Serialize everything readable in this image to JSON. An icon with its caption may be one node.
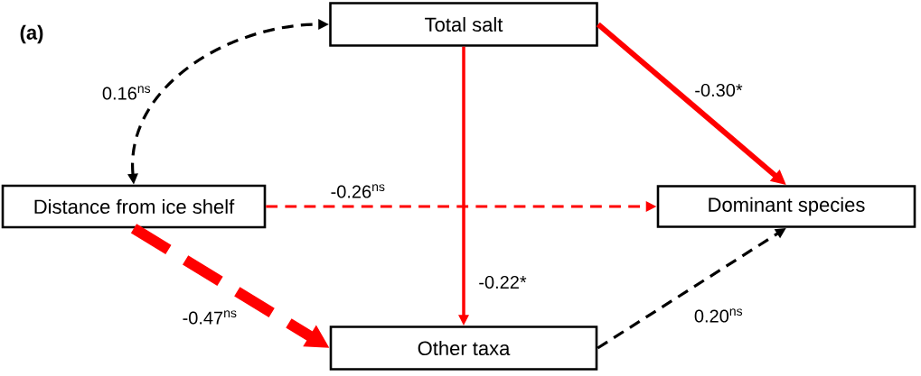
{
  "diagram": {
    "nodes": [
      {
        "text": [
          "Total salt"
        ]
      },
      {
        "text": [
          "Distance from ice shelf"
        ]
      },
      {
        "text": [
          "Dominant species"
        ]
      },
      {
        "text": [
          "Other taxa"
        ]
      }
    ],
    "edges": [
      {
        "from": 1,
        "to": 0,
        "arrow": "both",
        "style": "dashed",
        "color": "#000000",
        "label": "0.16$^{ns}$"
      },
      {
        "from": 0,
        "to": 2,
        "arrow": "to",
        "style": "thick",
        "label": "-0.30*"
      },
      {
        "from": 0,
        "to": 3,
        "arrow": "to",
        "label": "-0.22*"
      },
      {
        "from": 1,
        "to": 2,
        "arrow": "to",
        "style": "dashed",
        "label": "-0.26$^{ns}$"
      },
      {
        "from": 1,
        "to": 3,
        "arrow": "to",
        "style": "dashed",
        "label": "-0.47$^{ns}$"
      },
      {
        "from": 3,
        "to": 2,
        "arrow": "to",
        "style": "dashed",
        "color": "#000000",
        "label": "0.20$^{ns}$"
      }
    ],
    "labels": [
      "(a)"
    ]
  }
}
